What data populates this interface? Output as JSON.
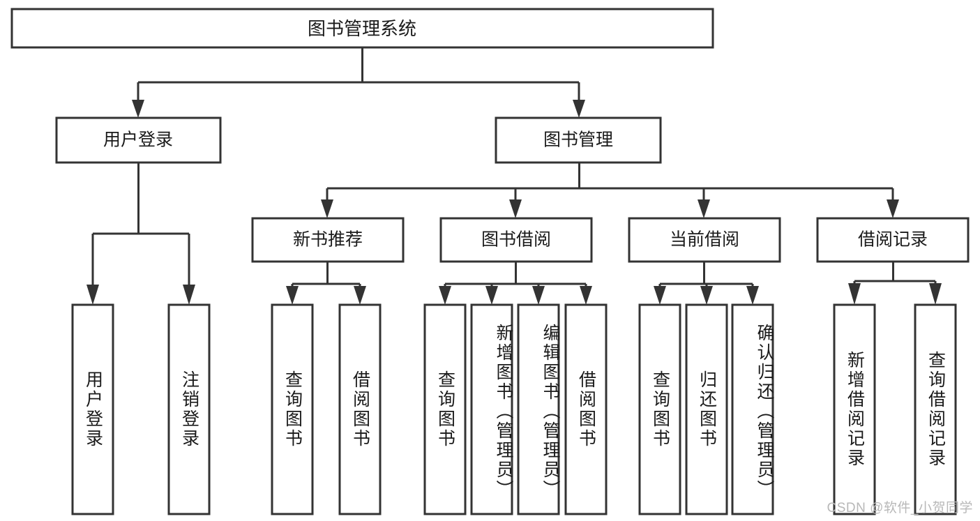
{
  "diagram": {
    "type": "tree-hierarchy",
    "title": "图书管理系统",
    "root": {
      "id": "root",
      "label": "图书管理系统"
    },
    "level2": [
      {
        "id": "user-login",
        "label": "用户登录"
      },
      {
        "id": "book-manage",
        "label": "图书管理"
      }
    ],
    "level3": [
      {
        "id": "new-book-recommend",
        "label": "新书推荐"
      },
      {
        "id": "book-borrow",
        "label": "图书借阅"
      },
      {
        "id": "current-borrow",
        "label": "当前借阅"
      },
      {
        "id": "borrow-record",
        "label": "借阅记录"
      }
    ],
    "leaves": {
      "user_login": [
        {
          "id": "leaf-user-login",
          "label": "用户登录"
        },
        {
          "id": "leaf-logout-login",
          "label": "注销登录"
        }
      ],
      "new_book_recommend": [
        {
          "id": "leaf-query-book-1",
          "label": "查询图书"
        },
        {
          "id": "leaf-borrow-book-1",
          "label": "借阅图书"
        }
      ],
      "book_borrow": [
        {
          "id": "leaf-query-book-2",
          "label": "查询图书"
        },
        {
          "id": "leaf-add-book",
          "label": "新增图书（管理员）"
        },
        {
          "id": "leaf-edit-book",
          "label": "编辑图书（管理员）"
        },
        {
          "id": "leaf-borrow-book-2",
          "label": "借阅图书"
        }
      ],
      "current_borrow": [
        {
          "id": "leaf-query-book-3",
          "label": "查询图书"
        },
        {
          "id": "leaf-return-book",
          "label": "归还图书"
        },
        {
          "id": "leaf-confirm-return",
          "label": "确认归还（管理员）"
        }
      ],
      "borrow_record": [
        {
          "id": "leaf-add-record",
          "label": "新增借阅记录"
        },
        {
          "id": "leaf-query-record",
          "label": "查询借阅记录"
        }
      ]
    }
  },
  "watermark": {
    "text": "CSDN @软件_小贺同学"
  },
  "colors": {
    "box_stroke": "#333333",
    "box_fill": "#ffffff",
    "text": "#1a1a1a",
    "background": "#ffffff",
    "watermark": "#b8b8b8"
  }
}
